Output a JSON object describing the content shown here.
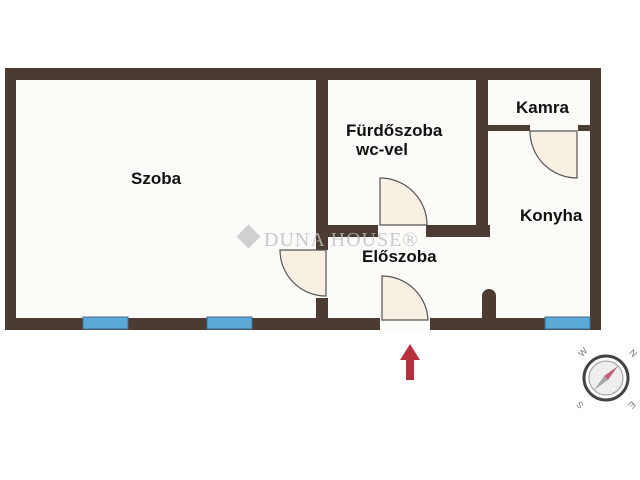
{
  "rooms": {
    "szoba": "Szoba",
    "furdoszoba": "Fürdőszoba",
    "furdoszoba_sub": "wc-vel",
    "kamra": "Kamra",
    "konyha": "Konyha",
    "eloszoba": "Előszoba"
  },
  "watermark": "DUNA HOUSE®",
  "compass": {
    "n": "N",
    "s": "S",
    "e": "E",
    "w": "W"
  },
  "colors": {
    "wall": "#4b3b32",
    "floor": "#fdfbf7",
    "window": "#5aa9d6",
    "arrow": "#b5303f"
  }
}
